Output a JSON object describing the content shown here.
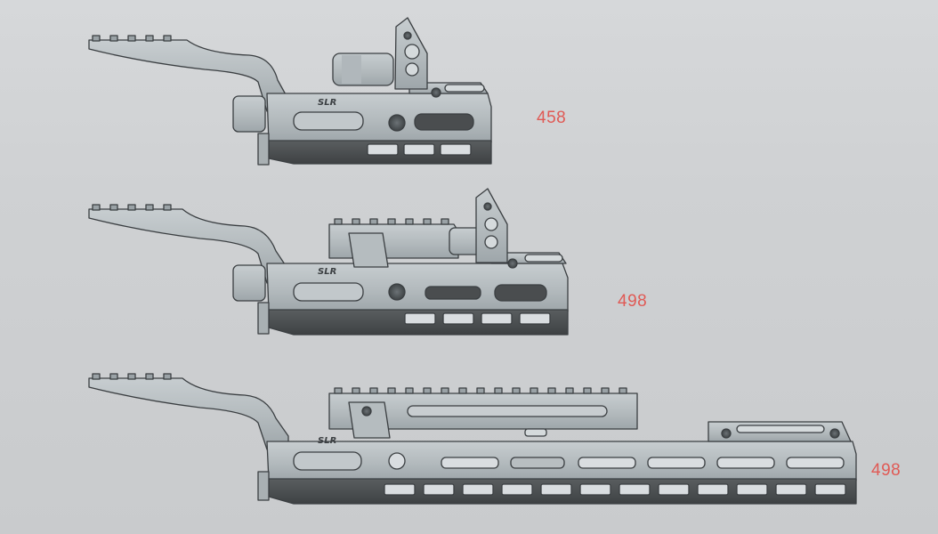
{
  "brand_mark": "SLR",
  "colors": {
    "metal_light": "#b9bfc2",
    "metal_mid": "#9aa2a6",
    "metal_dark": "#4a4d4f",
    "edge": "#3b3f42",
    "label": "#e05a55"
  },
  "variants": [
    {
      "label": "458"
    },
    {
      "label": "498"
    },
    {
      "label": "498"
    }
  ]
}
